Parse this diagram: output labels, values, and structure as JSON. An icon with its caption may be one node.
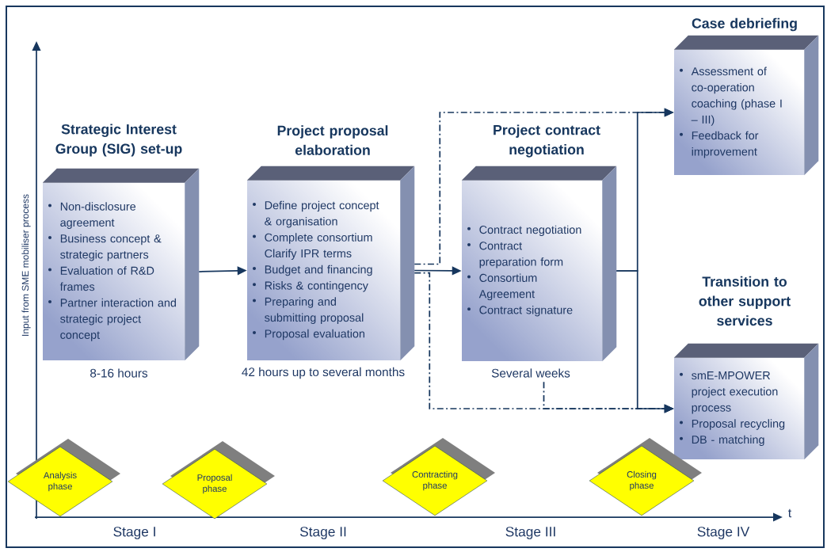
{
  "diagram": {
    "nodes": [
      {
        "text": [
          "Strategic Interest Group (SIG) set-up",
          "Non-disclosure agreement",
          "Business concept & strategic partners",
          "Evaluation of R&D frames",
          "Partner interaction and strategic project concept"
        ],
        "beside": [
          "8-16 hours"
        ]
      },
      {
        "text": [
          "Project proposal elaboration",
          "Define project concept & organisation",
          "Complete consortium Clarify IPR terms",
          "Budget and financing",
          "Risks & contingency",
          "Preparing and submitting proposal",
          "Proposal evaluation"
        ],
        "beside": [
          "42 hours up to several months"
        ]
      },
      {
        "text": [
          "Project contract negotiation",
          "Contract negotiation",
          "Contract preparation form",
          "Consortium Agreement",
          "Contract signature"
        ],
        "beside": [
          "Several weeks"
        ]
      },
      {
        "text": [
          "Case debriefing",
          "Assessment of co-operation coaching (phase I – III)",
          "Feedback for improvement"
        ]
      },
      {
        "text": [
          "Transition to other support services",
          "smE-MPOWER project execution process",
          "Proposal recycling",
          "DB - matching"
        ]
      },
      {
        "text": [
          "Analysis phase"
        ]
      },
      {
        "text": [
          "Proposal phase"
        ]
      },
      {
        "text": [
          "Contracting phase"
        ]
      },
      {
        "text": [
          "Closing phase"
        ]
      }
    ],
    "edges": [
      {
        "from": 0,
        "to": 1,
        "arrow": "to"
      },
      {
        "from": 1,
        "to": 2,
        "arrow": "to"
      },
      {
        "from": 2,
        "to": 3,
        "arrow": "to"
      },
      {
        "from": 2,
        "to": 4,
        "arrow": "to"
      },
      {
        "from": 1,
        "to": 3,
        "arrow": "to",
        "style": "dashed"
      },
      {
        "from": 1,
        "to": 4,
        "arrow": "to",
        "style": "dashed"
      },
      {
        "from": 2,
        "to": 4,
        "arrow": "to",
        "style": "dashed"
      }
    ],
    "labels": [
      "Input from SME mobiliser process",
      "t",
      "Stage I",
      "Stage II",
      "Stage III",
      "Stage IV"
    ]
  }
}
